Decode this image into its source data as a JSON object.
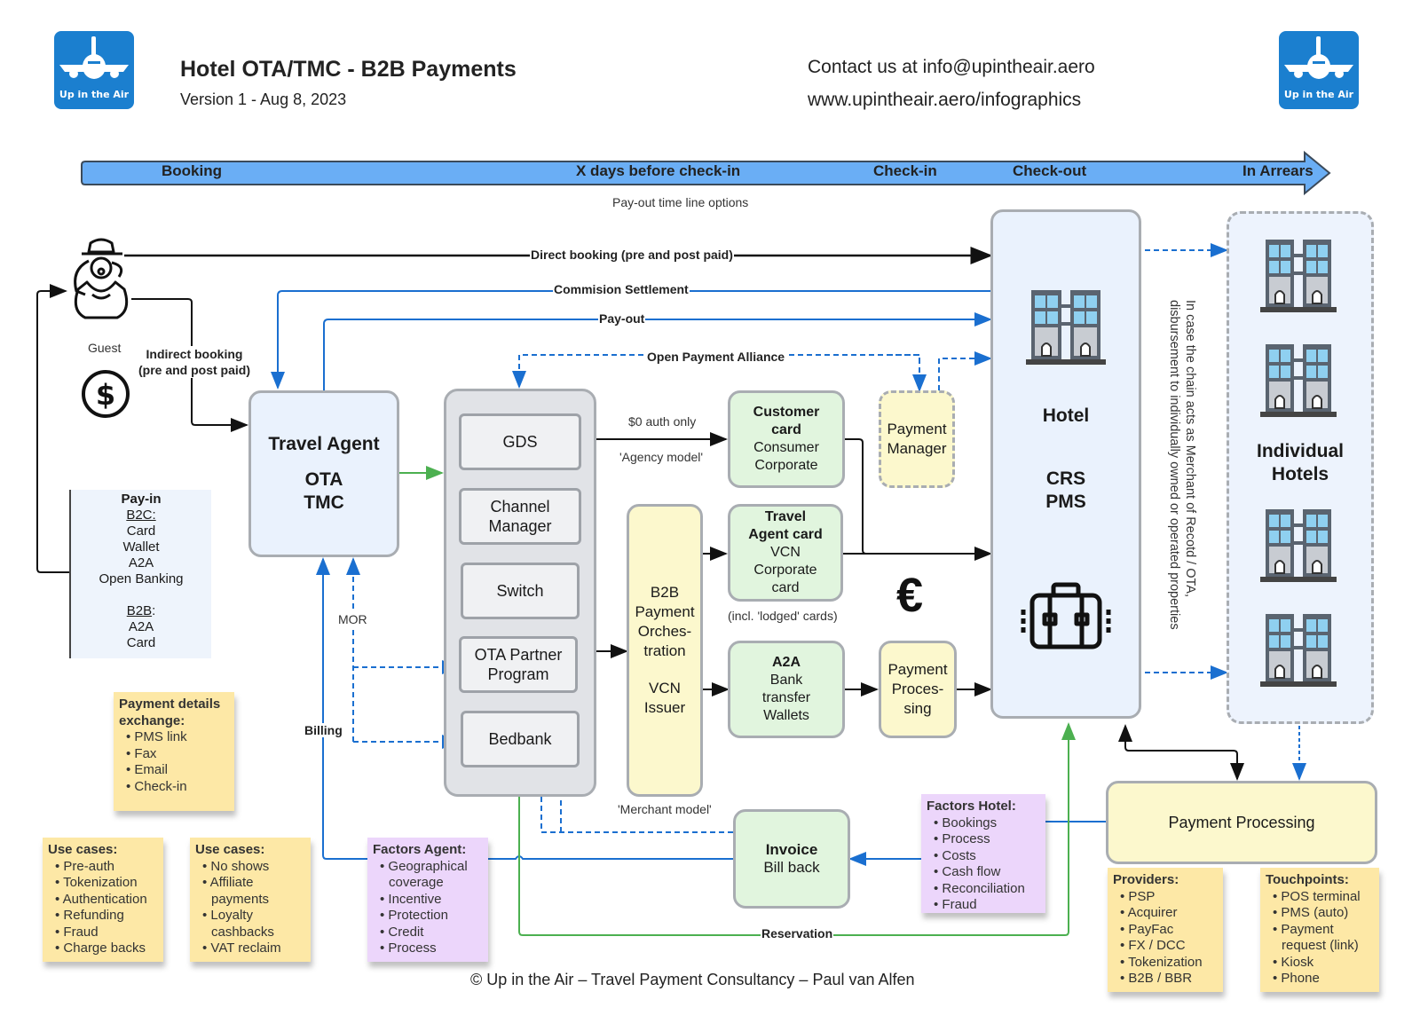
{
  "header": {
    "logo_text": "Up in the Air",
    "title": "Hotel OTA/TMC - B2B Payments",
    "version": "Version 1 - Aug 8, 2023",
    "contact": "Contact us at info@upintheair.aero",
    "website": "www.upintheair.aero/infographics"
  },
  "timeline": {
    "stages": [
      "Booking",
      "X days before check-in",
      "Check-in",
      "Check-out",
      "In Arrears"
    ],
    "caption": "Pay-out time line options"
  },
  "guest": {
    "label": "Guest",
    "indirect_booking": [
      "Indirect booking",
      "(pre and post paid)"
    ]
  },
  "flows": {
    "direct_booking": "Direct booking (pre and post paid)",
    "commission": "Commision Settlement",
    "payout": "Pay-out",
    "open_payment_alliance": "Open Payment Alliance",
    "auth_only": "$0 auth only",
    "agency_model": "'Agency model'",
    "merchant_model": "'Merchant model'",
    "lodged_cards": "(incl. 'lodged' cards)",
    "mor": "MOR",
    "billing": "Billing",
    "reservation": "Reservation"
  },
  "payin": {
    "title": "Pay-in",
    "b2c_label": "B2C:",
    "b2c_items": [
      "Card",
      "Wallet",
      "A2A",
      "Open Banking"
    ],
    "b2b_label": "B2B",
    "b2b_items": [
      "A2A",
      "Card"
    ]
  },
  "travel_agent": {
    "title": "Travel Agent",
    "lines": [
      "OTA",
      "TMC"
    ]
  },
  "distribution": [
    "GDS",
    "Channel Manager",
    "Switch",
    "OTA Partner Program",
    "Bedbank"
  ],
  "orchestration": {
    "lines": [
      "B2B",
      "Payment",
      "Orches-",
      "tration"
    ],
    "issuer": [
      "VCN",
      "Issuer"
    ]
  },
  "customer_card": {
    "title": [
      "Customer",
      "card"
    ],
    "lines": [
      "Consumer",
      "Corporate"
    ]
  },
  "travel_agent_card": {
    "title": [
      "Travel",
      "Agent card"
    ],
    "lines": [
      "VCN",
      "Corporate",
      "card"
    ]
  },
  "a2a": {
    "title": "A2A",
    "lines": [
      "Bank",
      "transfer",
      "Wallets"
    ]
  },
  "payment_manager": [
    "Payment",
    "Manager"
  ],
  "payment_processing_small": [
    "Payment",
    "Proces-",
    "sing"
  ],
  "invoice": {
    "title": "Invoice",
    "line": "Bill back"
  },
  "hotel": {
    "title": "Hotel",
    "systems": [
      "CRS",
      "PMS"
    ],
    "note_line1": "In case the chain acts as Merchant of Recotd / OTA,",
    "note_line2": "disbursement to individually owned or operated properties"
  },
  "individual_hotels": {
    "title": [
      "Individual",
      "Hotels"
    ]
  },
  "payment_processing": "Payment Processing",
  "stickies": {
    "payment_details": {
      "title": [
        "Payment details",
        "exchange:"
      ],
      "items": [
        "PMS link",
        "Fax",
        "Email",
        "Check-in"
      ]
    },
    "use_cases_1": {
      "title": "Use cases:",
      "items": [
        "Pre-auth",
        "Tokenization",
        "Authentication",
        "Refunding",
        "Fraud",
        "Charge backs"
      ]
    },
    "use_cases_2": {
      "title": "Use cases:",
      "items": [
        [
          "No shows"
        ],
        [
          "Affiliate",
          "payments"
        ],
        [
          "Loyalty",
          "cashbacks"
        ],
        [
          "VAT reclaim"
        ]
      ]
    },
    "factors_agent": {
      "title": "Factors Agent:",
      "items": [
        [
          "Geographical",
          "coverage"
        ],
        [
          "Incentive"
        ],
        [
          "Protection"
        ],
        [
          "Credit"
        ],
        [
          "Process"
        ]
      ]
    },
    "factors_hotel": {
      "title": "Factors Hotel:",
      "items": [
        "Bookings",
        "Process",
        "Costs",
        "Cash flow",
        "Reconciliation",
        "Fraud"
      ]
    },
    "providers": {
      "title": "Providers:",
      "items": [
        "PSP",
        "Acquirer",
        "PayFac",
        "FX / DCC",
        "Tokenization",
        "B2B / BBR"
      ]
    },
    "touchpoints": {
      "title": "Touchpoints:",
      "items": [
        [
          "POS terminal"
        ],
        [
          "PMS (auto)"
        ],
        [
          "Payment",
          "request (link)"
        ],
        [
          "Kiosk"
        ],
        [
          "Phone"
        ]
      ]
    }
  },
  "footer": "© Up in the Air – Travel Payment Consultancy – Paul van Alfen",
  "colors": {
    "brand_blue": "#1b7fcf",
    "timeline_fill": "#6aaef5",
    "flow_blue": "#1a6fd0",
    "flow_green": "#4cb050",
    "sticky_yellow": "#fde8a6",
    "sticky_pink": "#ecd6fb"
  }
}
